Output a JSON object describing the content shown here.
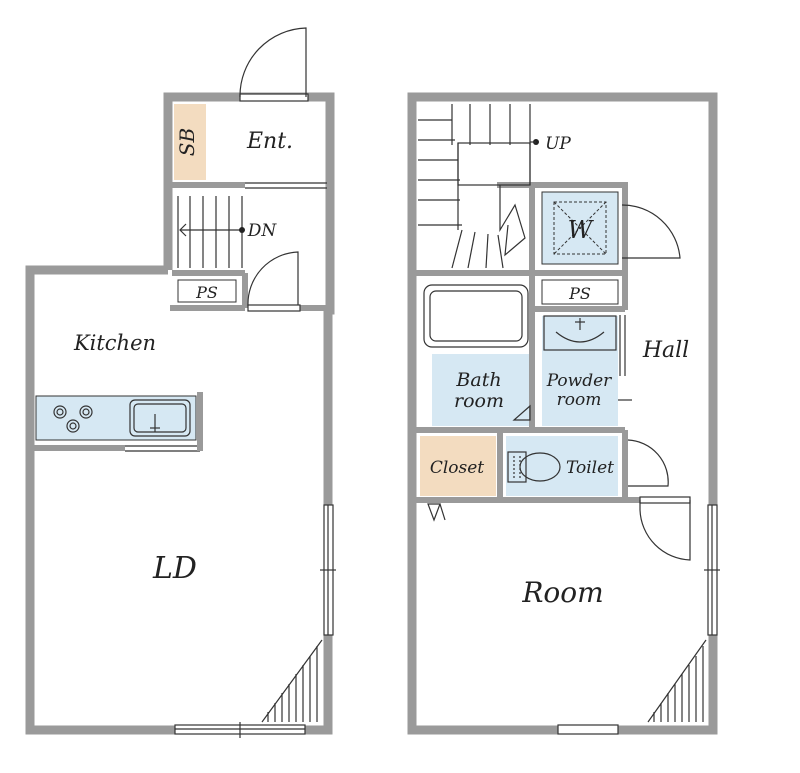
{
  "labels": {
    "sb": "SB",
    "ent": "Ent.",
    "dn": "DN",
    "ps_left": "PS",
    "kitchen": "Kitchen",
    "ld": "LD",
    "up": "UP",
    "w": "W",
    "ps_right": "PS",
    "hall": "Hall",
    "bath_line1": "Bath",
    "bath_line2": "room",
    "powder_line1": "Powder",
    "powder_line2": "room",
    "closet": "Closet",
    "toilet": "Toilet",
    "room": "Room"
  },
  "colors": {
    "wall": "#9a9a9a",
    "wet_area": "#d6e8f3",
    "storage": "#f3dcc0",
    "line": "#333333"
  }
}
